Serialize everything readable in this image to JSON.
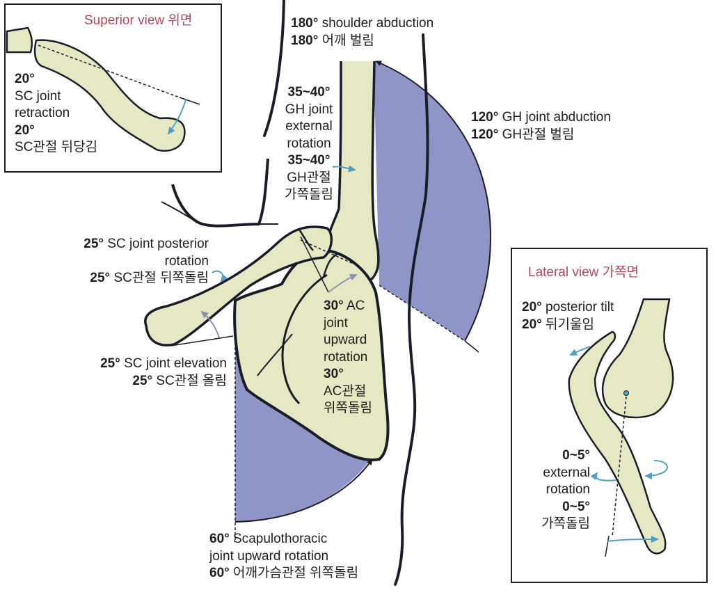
{
  "colors": {
    "bone": "#e6e8c4",
    "bone_shadow": "#a9aa95",
    "range_fill": "#8f95c6",
    "outline": "#1a1d27",
    "arrow_blue": "#4f9fc0",
    "arrow_grey": "#8c91b6",
    "view_title": "#b5475a"
  },
  "superior_view": {
    "title": "Superior view 위면",
    "label": {
      "deg1": "20°",
      "en_line1": "SC joint",
      "en_line2": "retraction",
      "deg2": "20°",
      "ko": "SC관절 뒤당김"
    },
    "value_deg": 20
  },
  "lateral_view": {
    "title": "Lateral view 가쪽면",
    "posterior_tilt": {
      "deg1": "20°",
      "en": "posterior tilt",
      "deg2": "20°",
      "ko": "뒤기울임",
      "value_deg": 20
    },
    "external_rotation": {
      "deg1": "0~5°",
      "en_line1": "external",
      "en_line2": "rotation",
      "deg2": "0~5°",
      "ko": "가쪽돌림",
      "value_range_deg": [
        0,
        5
      ]
    }
  },
  "main_view": {
    "shoulder_abduction": {
      "deg1": "180°",
      "en": "shoulder abduction",
      "deg2": "180°",
      "ko": "어깨 벌림",
      "value_deg": 180
    },
    "gh_external_rotation": {
      "deg1": "35~40°",
      "en_line1": "GH joint",
      "en_line2": "external",
      "en_line3": "rotation",
      "deg2": "35~40°",
      "ko_line1": "GH관절",
      "ko_line2": "가쪽돌림",
      "value_range_deg": [
        35,
        40
      ]
    },
    "gh_abduction": {
      "deg1": "120°",
      "en": "GH joint abduction",
      "deg2": "120°",
      "ko": "GH관절 벌림",
      "value_deg": 120
    },
    "sc_posterior_rotation": {
      "deg1": "25°",
      "en_line1": "SC joint posterior",
      "en_line2": "rotation",
      "deg2": "25°",
      "ko": "SC관절 뒤쪽돌림",
      "value_deg": 25
    },
    "sc_elevation": {
      "deg1": "25°",
      "en": "SC joint elevation",
      "deg2": "25°",
      "ko": "SC관절 올림",
      "value_deg": 25
    },
    "ac_upward_rotation": {
      "deg1": "30°",
      "en_line1": "AC",
      "en_line2": "joint",
      "en_line3": "upward",
      "en_line4": "rotation",
      "deg2": "30°",
      "ko_line1": "AC관절",
      "ko_line2": "위쪽돌림",
      "value_deg": 30
    },
    "scapulothoracic_upward_rotation": {
      "deg1": "60°",
      "en_line1": "Scapulothoracic",
      "en_line2": "joint upward rotation",
      "deg2": "60°",
      "ko": "어깨가슴관절 위쪽돌림",
      "value_deg": 60
    }
  }
}
